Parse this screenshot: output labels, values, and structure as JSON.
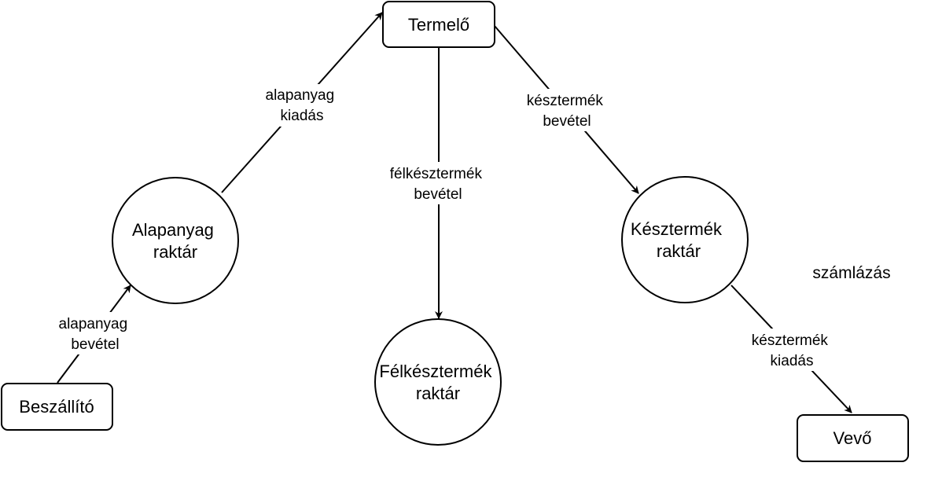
{
  "nodes": {
    "termelo": "Termelő",
    "alapanyag_raktar": [
      "Alapanyag",
      "raktár"
    ],
    "felkesztermek_raktar": [
      "Félkésztermék",
      "raktár"
    ],
    "kesztermek_raktar": [
      "Késztermék",
      "raktár"
    ],
    "beszallito": "Beszállító",
    "vevo": "Vevő"
  },
  "edges": {
    "alapanyag_bevetel": [
      "alapanyag",
      "bevétel"
    ],
    "alapanyag_kiadas": [
      "alapanyag",
      "kiadás"
    ],
    "felkesztermek_bevetel": [
      "félkésztermék",
      "bevétel"
    ],
    "kesztermek_bevetel": [
      "késztermék",
      "bevétel"
    ],
    "kesztermek_kiadas": [
      "késztermék",
      "kiadás"
    ]
  },
  "free_labels": {
    "szamlazas": "számlázás"
  }
}
